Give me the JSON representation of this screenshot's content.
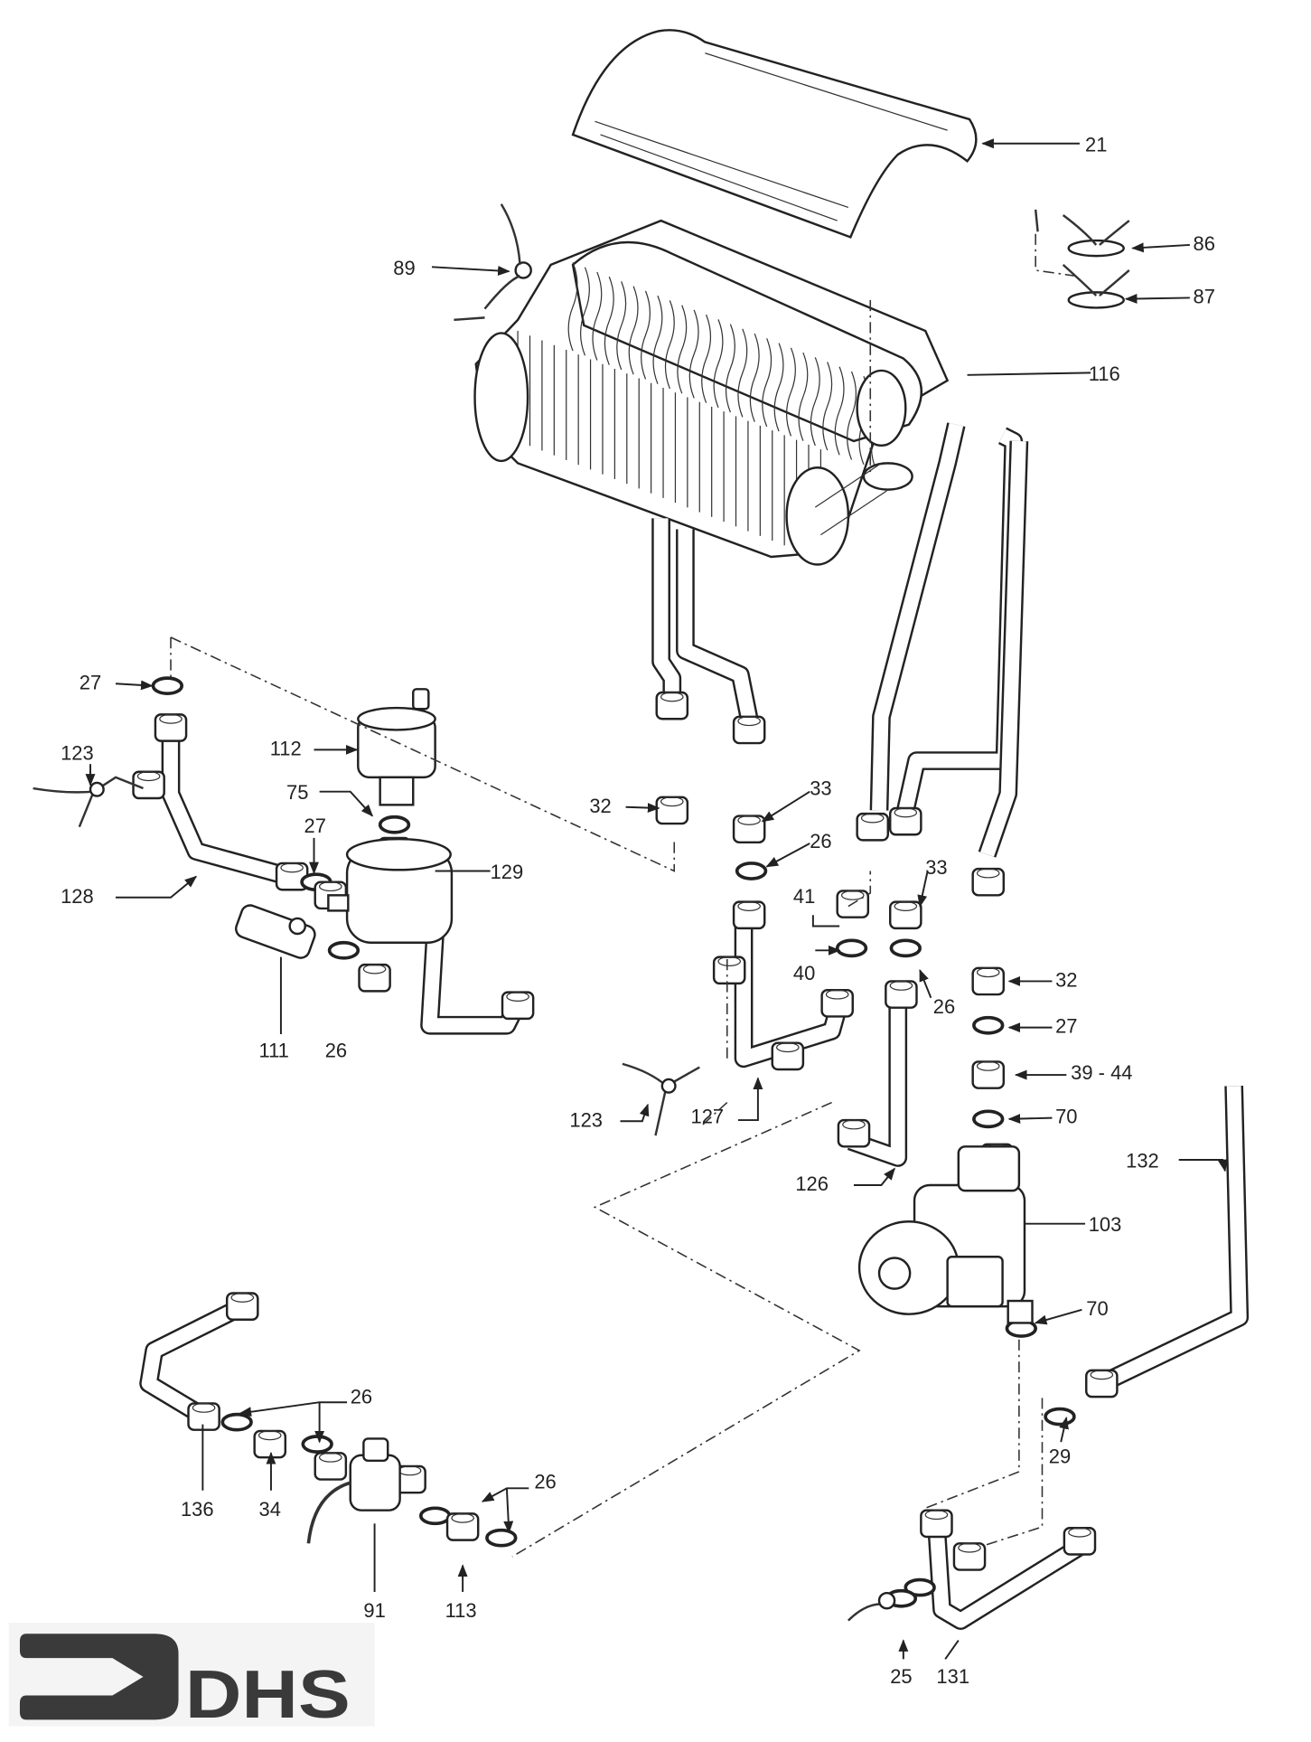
{
  "diagram": {
    "callouts": [
      "21",
      "86",
      "87",
      "89",
      "116",
      "27",
      "123",
      "112",
      "75",
      "27",
      "128",
      "129",
      "111",
      "26",
      "32",
      "33",
      "26",
      "41",
      "40",
      "33",
      "26",
      "32",
      "27",
      "39 - 44",
      "70",
      "123",
      "127",
      "126",
      "132",
      "103",
      "70",
      "26",
      "29",
      "26",
      "136",
      "34",
      "91",
      "113",
      "25",
      "131"
    ]
  },
  "logo": {
    "text": "DHS",
    "background": "#f4f4f4",
    "color": "#3a3a3a"
  }
}
